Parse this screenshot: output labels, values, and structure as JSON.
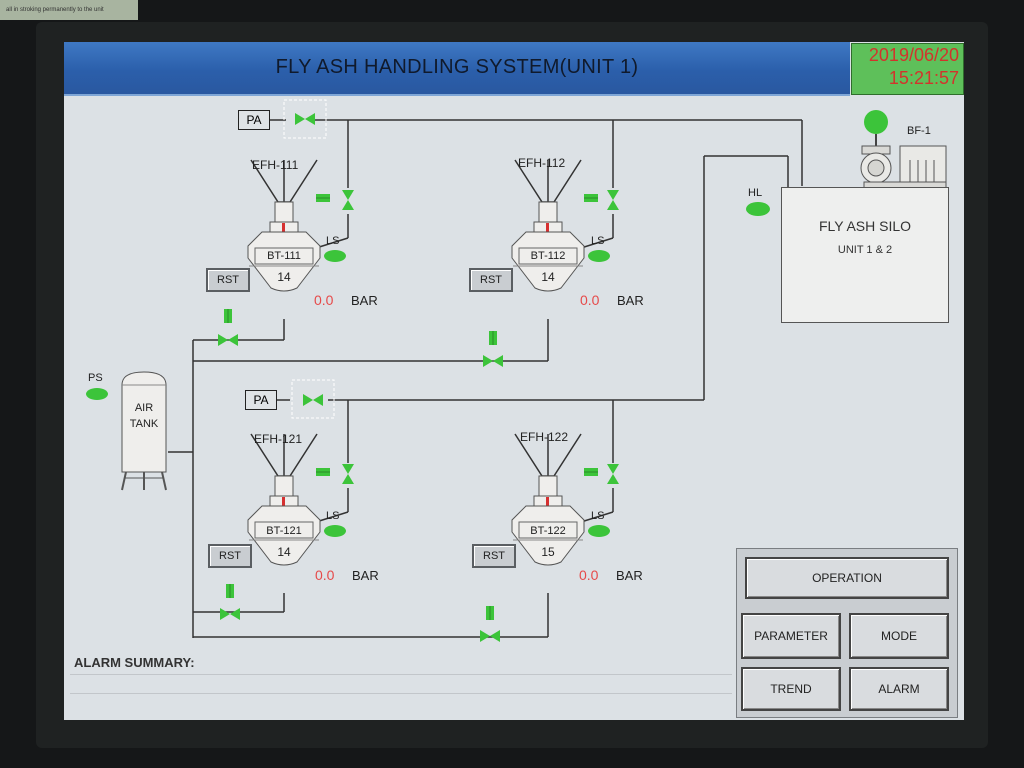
{
  "sticker": "all in stroking permanently to the unit",
  "header": {
    "title": "FLY ASH HANDLING SYSTEM(UNIT 1)",
    "date": "2019/06/20",
    "time": "15:21:57"
  },
  "units": [
    {
      "efh": "EFH-111",
      "bt": "BT-111",
      "count": "14",
      "pressure": "0.0",
      "unit": "BAR",
      "ls": "LS",
      "rst": "RST"
    },
    {
      "efh": "EFH-112",
      "bt": "BT-112",
      "count": "14",
      "pressure": "0.0",
      "unit": "BAR",
      "ls": "LS",
      "rst": "RST"
    },
    {
      "efh": "EFH-121",
      "bt": "BT-121",
      "count": "14",
      "pressure": "0.0",
      "unit": "BAR",
      "ls": "LS",
      "rst": "RST"
    },
    {
      "efh": "EFH-122",
      "bt": "BT-122",
      "count": "15",
      "pressure": "0.0",
      "unit": "BAR",
      "ls": "LS",
      "rst": "RST"
    }
  ],
  "pa_labels": [
    "PA",
    "PA"
  ],
  "air_tank": {
    "ps": "PS",
    "line1": "AIR",
    "line2": "TANK"
  },
  "silo": {
    "title": "FLY ASH SILO",
    "subtitle": "UNIT 1 & 2",
    "hl": "HL",
    "bf": "BF-1"
  },
  "alarm": {
    "title": "ALARM SUMMARY:"
  },
  "nav": {
    "operation": "OPERATION",
    "parameter": "PARAMETER",
    "mode": "MODE",
    "trend": "TREND",
    "alarm": "ALARM"
  },
  "colors": {
    "indicator_green": "#3cc43a",
    "value_red": "#e64a4a",
    "title_blue": "#2b5fab",
    "clock_green": "#5ec05a"
  }
}
